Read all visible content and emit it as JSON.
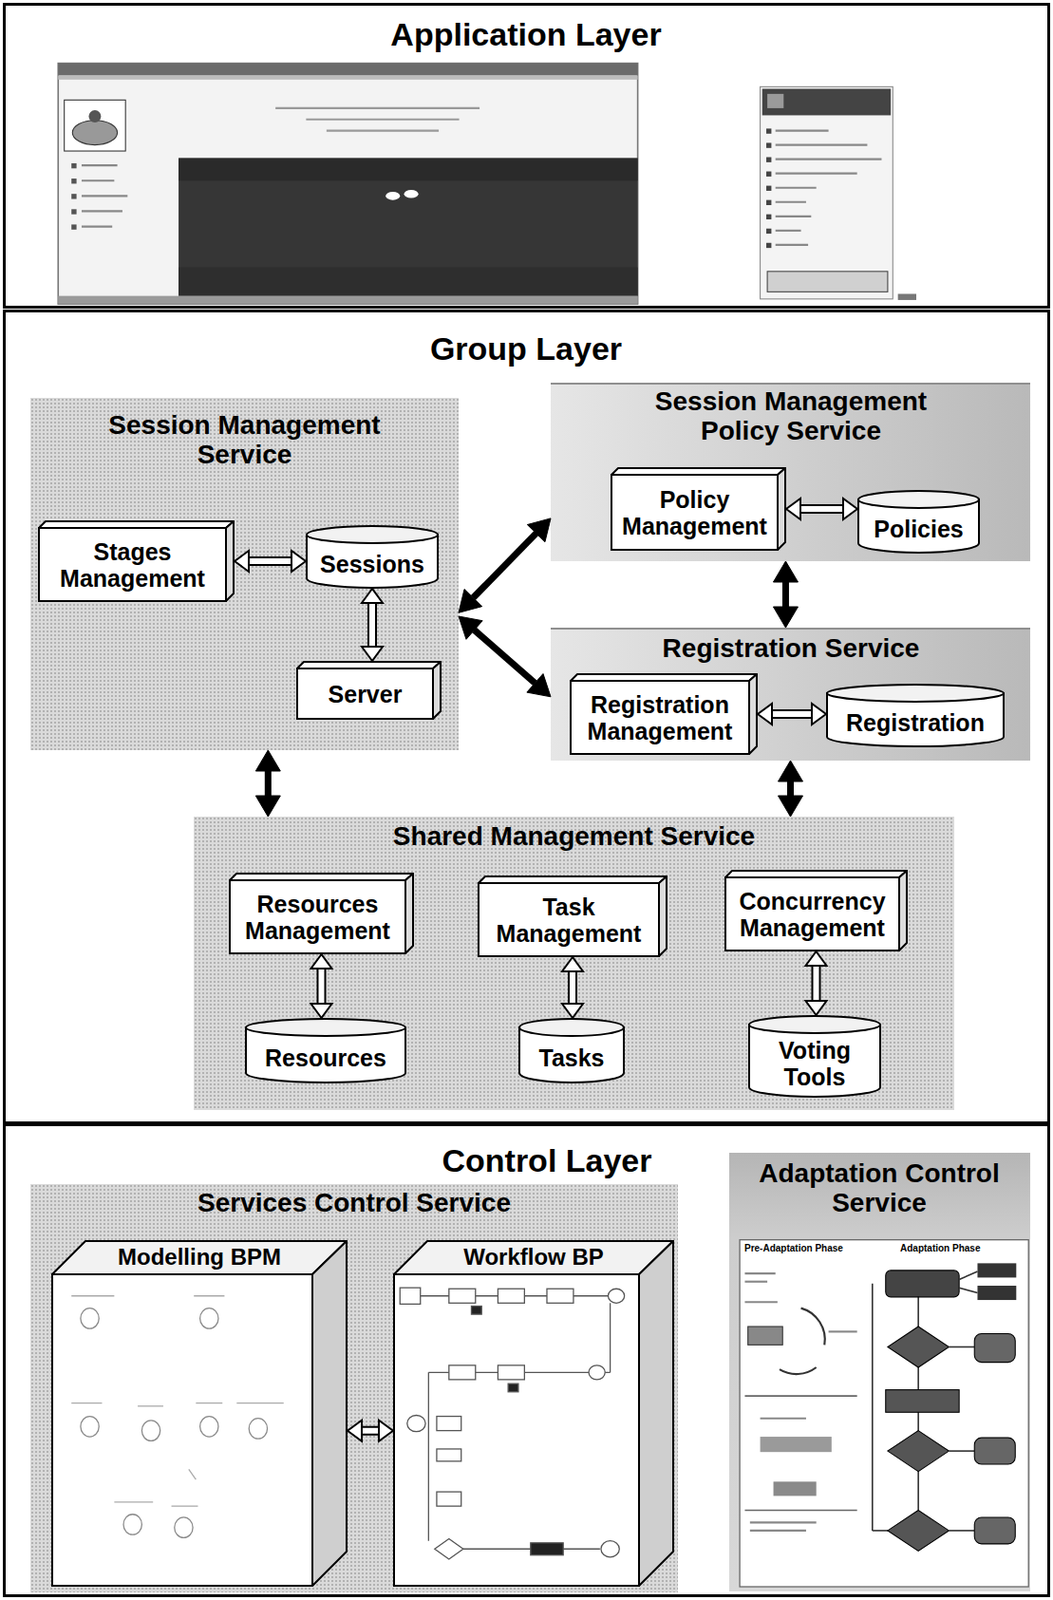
{
  "diagram": {
    "nodes": [
      {
        "text": [
          "Application Layer"
        ]
      },
      {
        "text": [
          "Group Layer"
        ]
      },
      {
        "text": [
          "Session Management Service"
        ],
        "in": 1
      },
      {
        "text": [
          "Stages Management"
        ],
        "in": 2
      },
      {
        "text": [
          "Sessions"
        ],
        "in": 2
      },
      {
        "text": [
          "Server"
        ],
        "in": 2
      },
      {
        "text": [
          "Session Management Policy Service"
        ],
        "in": 1
      },
      {
        "text": [
          "Policy Management"
        ],
        "in": 6
      },
      {
        "text": [
          "Policies"
        ],
        "in": 6
      },
      {
        "text": [
          "Registration Service"
        ],
        "in": 1
      },
      {
        "text": [
          "Registration Management"
        ],
        "in": 9
      },
      {
        "text": [
          "Registration"
        ],
        "in": 9
      },
      {
        "text": [
          "Shared Management Service"
        ],
        "in": 1
      },
      {
        "text": [
          "Resources Management"
        ],
        "in": 12
      },
      {
        "text": [
          "Task Management"
        ],
        "in": 12
      },
      {
        "text": [
          "Concurrency Management"
        ],
        "in": 12
      },
      {
        "text": [
          "Resources"
        ],
        "in": 12
      },
      {
        "text": [
          "Tasks"
        ],
        "in": 12
      },
      {
        "text": [
          "Voting Tools"
        ],
        "in": 12
      },
      {
        "text": [
          "Control Layer"
        ]
      },
      {
        "text": [
          "Services Control Service"
        ],
        "in": 19
      },
      {
        "text": [
          "Modelling BPM"
        ],
        "in": 20
      },
      {
        "text": [
          "Workflow BP"
        ],
        "in": 20
      },
      {
        "text": [
          "Adaptation Control Service"
        ],
        "in": 19
      }
    ],
    "edges": [
      {
        "from": 3,
        "to": 4,
        "arrow": "both"
      },
      {
        "from": 4,
        "to": 5,
        "arrow": "both"
      },
      {
        "from": 7,
        "to": 8,
        "arrow": "both"
      },
      {
        "from": 10,
        "to": 11,
        "arrow": "both"
      },
      {
        "from": 13,
        "to": 16,
        "arrow": "both"
      },
      {
        "from": 14,
        "to": 17,
        "arrow": "both"
      },
      {
        "from": 15,
        "to": 18,
        "arrow": "both"
      },
      {
        "from": 2,
        "to": 6,
        "arrow": "both"
      },
      {
        "from": 2,
        "to": 9,
        "arrow": "both"
      },
      {
        "from": 6,
        "to": 9,
        "arrow": "both"
      },
      {
        "from": 2,
        "to": 12,
        "arrow": "both"
      },
      {
        "from": 9,
        "to": 12,
        "arrow": "both"
      },
      {
        "from": 21,
        "to": 22,
        "arrow": "both"
      }
    ],
    "labels": [
      "Pre-Adaptation Phase",
      "Adaptation Phase"
    ]
  }
}
